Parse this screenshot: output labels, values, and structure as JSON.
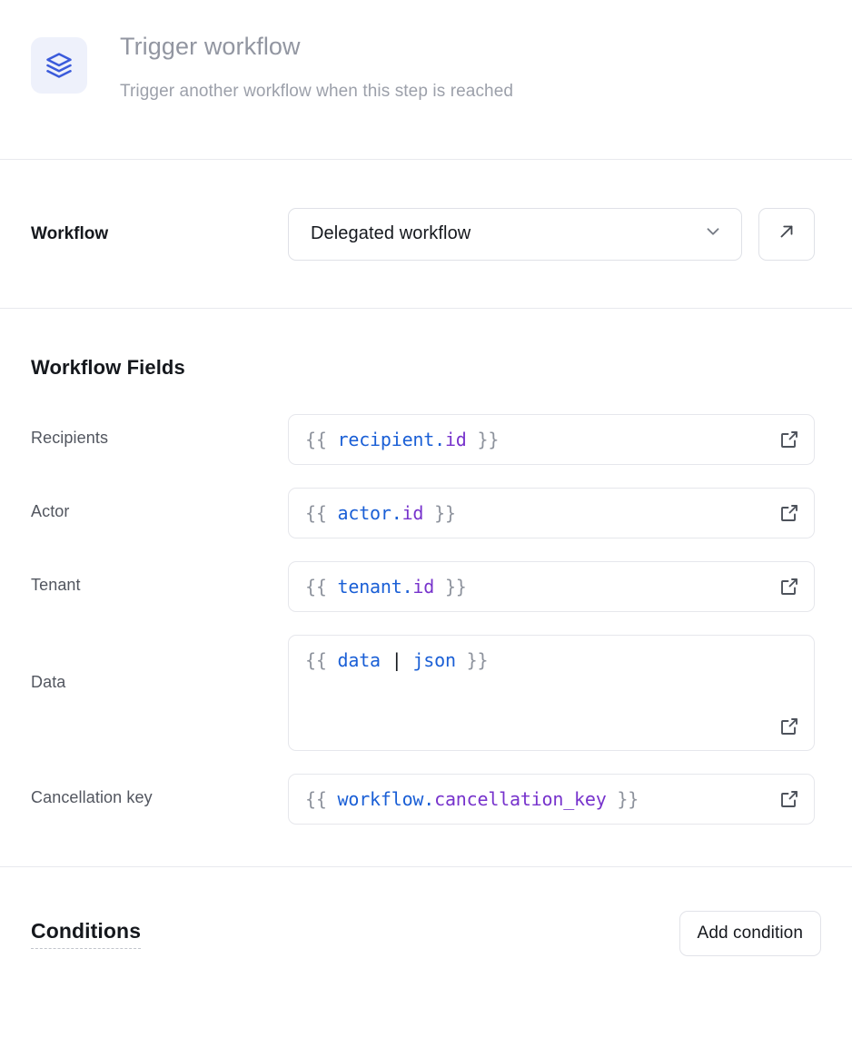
{
  "header": {
    "icon": "layers-icon",
    "icon_color": "#3b5bdb",
    "icon_bg": "#eef1fb",
    "title": "Trigger workflow",
    "subtitle": "Trigger another workflow when this step is reached"
  },
  "workflow_section": {
    "label": "Workflow",
    "select": {
      "value": "Delegated workflow",
      "chevron_icon": "chevron-down-icon"
    },
    "open_button": {
      "icon": "arrow-up-right-icon"
    }
  },
  "fields_section": {
    "heading": "Workflow Fields",
    "expand_icon": "external-link-icon",
    "fields": [
      {
        "label": "Recipients",
        "multiline": false,
        "tokens": [
          {
            "text": "{{ ",
            "type": "brace"
          },
          {
            "text": "recipient",
            "type": "obj"
          },
          {
            "text": ".",
            "type": "dot"
          },
          {
            "text": "id",
            "type": "prop"
          },
          {
            "text": " }}",
            "type": "brace"
          }
        ],
        "value": "{{ recipient.id }}"
      },
      {
        "label": "Actor",
        "multiline": false,
        "tokens": [
          {
            "text": "{{ ",
            "type": "brace"
          },
          {
            "text": "actor",
            "type": "obj"
          },
          {
            "text": ".",
            "type": "dot"
          },
          {
            "text": "id",
            "type": "prop"
          },
          {
            "text": " }}",
            "type": "brace"
          }
        ],
        "value": "{{ actor.id }}"
      },
      {
        "label": "Tenant",
        "multiline": false,
        "tokens": [
          {
            "text": "{{ ",
            "type": "brace"
          },
          {
            "text": "tenant",
            "type": "obj"
          },
          {
            "text": ".",
            "type": "dot"
          },
          {
            "text": "id",
            "type": "prop"
          },
          {
            "text": " }}",
            "type": "brace"
          }
        ],
        "value": "{{ tenant.id }}"
      },
      {
        "label": "Data",
        "multiline": true,
        "tokens": [
          {
            "text": "{{ ",
            "type": "brace"
          },
          {
            "text": "data",
            "type": "obj"
          },
          {
            "text": " ",
            "type": "brace"
          },
          {
            "text": "|",
            "type": "pipe"
          },
          {
            "text": " ",
            "type": "brace"
          },
          {
            "text": "json",
            "type": "filter"
          },
          {
            "text": " }}",
            "type": "brace"
          }
        ],
        "value": "{{ data | json }}"
      },
      {
        "label": "Cancellation key",
        "multiline": false,
        "tokens": [
          {
            "text": "{{ ",
            "type": "brace"
          },
          {
            "text": "workflow",
            "type": "obj"
          },
          {
            "text": ".",
            "type": "dot"
          },
          {
            "text": "cancellation_key",
            "type": "prop"
          },
          {
            "text": " }}",
            "type": "brace"
          }
        ],
        "value": "{{ workflow.cancellation_key }}"
      }
    ]
  },
  "conditions_section": {
    "title": "Conditions",
    "add_button_label": "Add condition"
  },
  "colors": {
    "accent_blue": "#3b5bdb",
    "token_object": "#1a5fd6",
    "token_property": "#7733cc",
    "token_brace": "#8e939d",
    "border": "#e6e7ec",
    "divider": "#e8e9ee",
    "text_primary": "#15181d",
    "text_muted": "#52565f",
    "header_text": "#9296a1"
  }
}
